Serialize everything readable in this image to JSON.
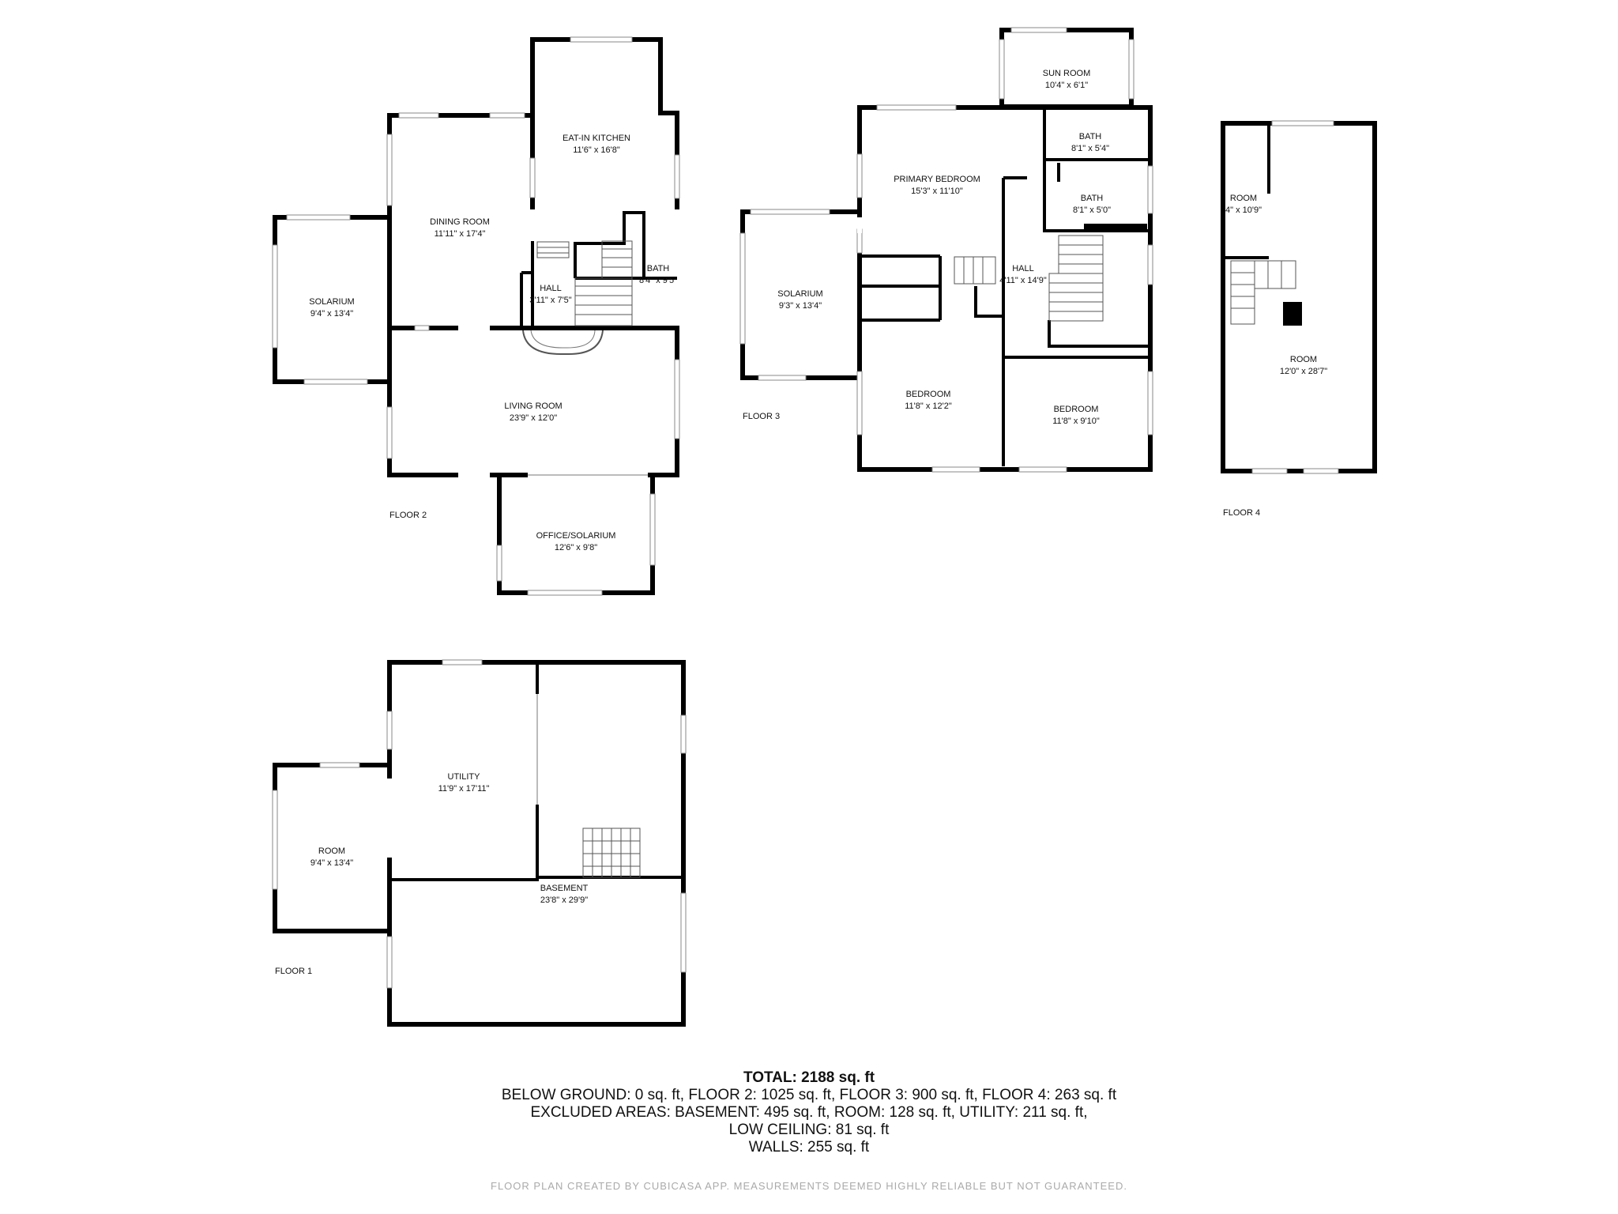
{
  "floors": [
    {
      "label": "FLOOR 1"
    },
    {
      "label": "FLOOR 2"
    },
    {
      "label": "FLOOR 3"
    },
    {
      "label": "FLOOR 4"
    }
  ],
  "rooms": [
    {
      "name": "EAT-IN KITCHEN",
      "dims": "11'6\" x 16'8\""
    },
    {
      "name": "DINING ROOM",
      "dims": "11'11\" x 17'4\""
    },
    {
      "name": "SOLARIUM",
      "dims": "9'4\" x 13'4\""
    },
    {
      "name": "HALL",
      "dims": "3'11\" x 7'5\""
    },
    {
      "name": "BATH",
      "dims": "8'4\" x 9'5\""
    },
    {
      "name": "LIVING ROOM",
      "dims": "23'9\" x 12'0\""
    },
    {
      "name": "OFFICE/SOLARIUM",
      "dims": "12'6\" x 9'8\""
    },
    {
      "name": "SUN ROOM",
      "dims": "10'4\" x 6'1\""
    },
    {
      "name": "BATH",
      "dims": "8'1\" x 5'4\""
    },
    {
      "name": "PRIMARY BEDROOM",
      "dims": "15'3\" x 11'10\""
    },
    {
      "name": "BATH",
      "dims": "8'1\" x 5'0\""
    },
    {
      "name": "SOLARIUM",
      "dims": "9'3\" x 13'4\""
    },
    {
      "name": "HALL",
      "dims": "4'11\" x 14'9\""
    },
    {
      "name": "BEDROOM",
      "dims": "11'8\" x 12'2\""
    },
    {
      "name": "BEDROOM",
      "dims": "11'8\" x 9'10\""
    },
    {
      "name": "ROOM",
      "dims": "4\" x 10'9\""
    },
    {
      "name": "ROOM",
      "dims": "12'0\" x 28'7\""
    },
    {
      "name": "UTILITY",
      "dims": "11'9\" x 17'11\""
    },
    {
      "name": "ROOM",
      "dims": "9'4\" x 13'4\""
    },
    {
      "name": "BASEMENT",
      "dims": "23'8\" x 29'9\""
    }
  ],
  "summary": {
    "title": "TOTAL: 2188 sq. ft",
    "lines": [
      "BELOW GROUND: 0 sq. ft, FLOOR 2: 1025 sq. ft, FLOOR 3: 900 sq. ft, FLOOR 4: 263 sq. ft",
      "EXCLUDED AREAS: BASEMENT: 495 sq. ft, ROOM: 128 sq. ft, UTILITY: 211 sq. ft,",
      "LOW CEILING: 81 sq. ft",
      "WALLS: 255 sq. ft"
    ]
  },
  "footer": "FLOOR PLAN CREATED BY CUBICASA APP. MEASUREMENTS DEEMED HIGHLY RELIABLE BUT NOT GUARANTEED."
}
